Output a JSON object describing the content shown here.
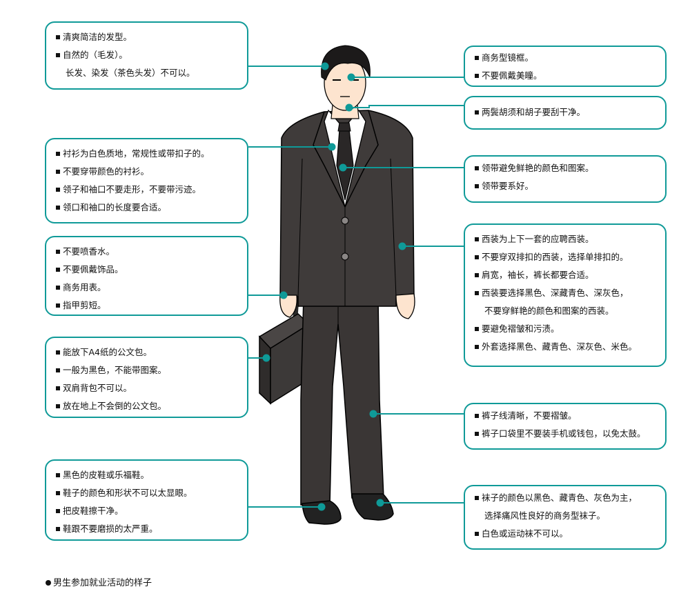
{
  "accent_color": "#0f9a98",
  "callouts": {
    "hair": [
      "清爽简洁的发型。",
      "自然的（毛发）。",
      "长发、染发（茶色头发）不可以。"
    ],
    "glasses": [
      "商务型镜框。",
      "不要佩戴美瞳。"
    ],
    "beard": [
      "两鬓胡须和胡子要刮干净。"
    ],
    "shirt": [
      "衬衫为白色质地，常规性或带扣子的。",
      "不要穿带颜色的衬衫。",
      "领子和袖口不要走形，不要带污迹。",
      "领口和袖口的长度要合适。"
    ],
    "tie": [
      "领带避免鲜艳的颜色和图案。",
      "领带要系好。"
    ],
    "hands": [
      "不要喷香水。",
      "不要佩戴饰品。",
      "商务用表。",
      "指甲剪短。"
    ],
    "suit": [
      "西装为上下一套的应聘西装。",
      "不要穿双排扣的西装，选择单排扣的。",
      "肩宽，袖长，裤长都要合适。",
      "西装要选择黑色、深藏青色、深灰色，",
      "不要穿鲜艳的颜色和图案的西装。",
      "要避免褶皱和污渍。",
      "外套选择黑色、藏青色、深灰色、米色。"
    ],
    "bag": [
      "能放下A4纸的公文包。",
      "一般为黑色，不能带图案。",
      "双肩背包不可以。",
      "放在地上不会倒的公文包。"
    ],
    "pants": [
      "裤子线清晰，不要褶皱。",
      "裤子口袋里不要装手机或钱包，以免太鼓。"
    ],
    "shoes": [
      "黑色的皮鞋或乐福鞋。",
      "鞋子的颜色和形状不可以太显眼。",
      "把皮鞋擦干净。",
      "鞋跟不要磨损的太严重。"
    ],
    "socks": [
      "袜子的颜色以黑色、藏青色、灰色为主，",
      "选择痛风性良好的商务型袜子。",
      "白色或运动袜不可以。"
    ]
  },
  "caption": "男生参加就业活动的样子"
}
